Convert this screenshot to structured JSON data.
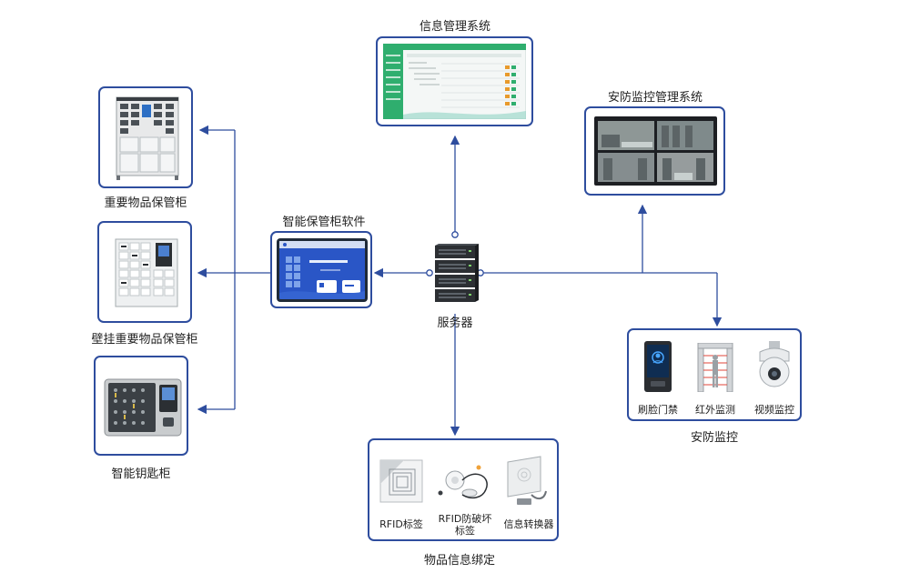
{
  "nodes": {
    "info_system": "信息管理系统",
    "security_system": "安防监控管理系统",
    "important_cabinet": "重要物品保管柜",
    "wall_cabinet": "壁挂重要物品保管柜",
    "key_cabinet": "智能钥匙柜",
    "cabinet_software": "智能保管柜软件",
    "server": "服务器",
    "security_monitoring": "安防监控",
    "item_binding": "物品信息绑定"
  },
  "security_items": [
    "刷脸门禁",
    "红外监测",
    "视频监控"
  ],
  "binding_items": {
    "rfid_tag": "RFID标签",
    "rfid_anti_line1": "RFID防破坏",
    "rfid_anti_line2": "标签",
    "converter": "信息转换器"
  },
  "colors": {
    "border": "#2e4d9e",
    "connector": "#2e4d9e",
    "accent_green": "#2fae6e",
    "screen_blue": "#2a56c6"
  },
  "icons": [
    "server-rack-icon",
    "cabinet-icon",
    "wall-cabinet-icon",
    "key-cabinet-icon",
    "face-gate-icon",
    "infrared-gate-icon",
    "ptz-camera-icon",
    "rfid-tag-icon",
    "anti-tamper-tag-icon",
    "converter-icon"
  ]
}
